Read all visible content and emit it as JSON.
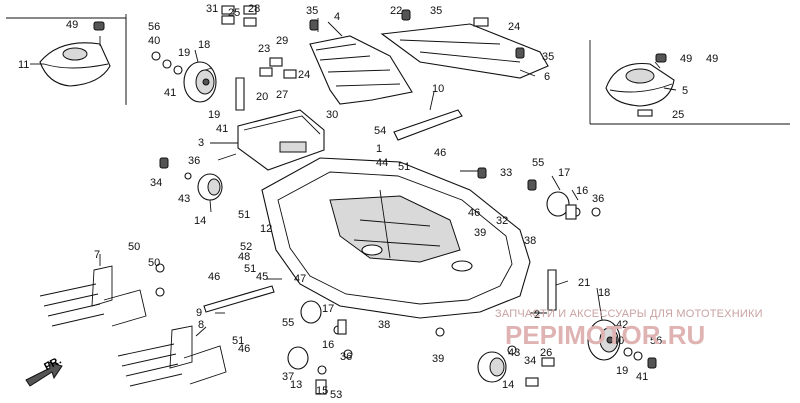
{
  "diagram": {
    "direction_label": "FR.",
    "watermark_text": "ЗАПЧАСТИ И АКСЕССУАРЫ ДЛЯ МОТОТЕХНИКИ",
    "watermark_logo": "PEPIMOTOR.RU",
    "callouts": [
      {
        "id": "c1",
        "label": "49"
      },
      {
        "id": "c2",
        "label": "11"
      },
      {
        "id": "c3",
        "label": "56"
      },
      {
        "id": "c4",
        "label": "40"
      },
      {
        "id": "c5",
        "label": "19"
      },
      {
        "id": "c6",
        "label": "41"
      },
      {
        "id": "c7",
        "label": "18"
      },
      {
        "id": "c8",
        "label": "31"
      },
      {
        "id": "c9",
        "label": "25"
      },
      {
        "id": "c10",
        "label": "28"
      },
      {
        "id": "c11",
        "label": "23"
      },
      {
        "id": "c12",
        "label": "29"
      },
      {
        "id": "c13",
        "label": "24"
      },
      {
        "id": "c14",
        "label": "27"
      },
      {
        "id": "c15",
        "label": "20"
      },
      {
        "id": "c16",
        "label": "19"
      },
      {
        "id": "c17",
        "label": "41"
      },
      {
        "id": "c18",
        "label": "35"
      },
      {
        "id": "c19",
        "label": "4"
      },
      {
        "id": "c20",
        "label": "22"
      },
      {
        "id": "c21",
        "label": "35"
      },
      {
        "id": "c22",
        "label": "24"
      },
      {
        "id": "c23",
        "label": "35"
      },
      {
        "id": "c24",
        "label": "6"
      },
      {
        "id": "c25",
        "label": "49"
      },
      {
        "id": "c26",
        "label": "5"
      },
      {
        "id": "c27",
        "label": "25"
      },
      {
        "id": "c28",
        "label": "10"
      },
      {
        "id": "c29",
        "label": "3"
      },
      {
        "id": "c30",
        "label": "36"
      },
      {
        "id": "c31",
        "label": "54"
      },
      {
        "id": "c32",
        "label": "1"
      },
      {
        "id": "c33",
        "label": "44"
      },
      {
        "id": "c34",
        "label": "46"
      },
      {
        "id": "c35",
        "label": "51"
      },
      {
        "id": "c36",
        "label": "30"
      },
      {
        "id": "c37",
        "label": "34"
      },
      {
        "id": "c38",
        "label": "43"
      },
      {
        "id": "c39",
        "label": "14"
      },
      {
        "id": "c40",
        "label": "33"
      },
      {
        "id": "c41",
        "label": "55"
      },
      {
        "id": "c42",
        "label": "17"
      },
      {
        "id": "c43",
        "label": "16"
      },
      {
        "id": "c44",
        "label": "36"
      },
      {
        "id": "c45",
        "label": "32"
      },
      {
        "id": "c46",
        "label": "39"
      },
      {
        "id": "c47",
        "label": "38"
      },
      {
        "id": "c48",
        "label": "46"
      },
      {
        "id": "c49",
        "label": "51"
      },
      {
        "id": "c50",
        "label": "12"
      },
      {
        "id": "c51",
        "label": "52"
      },
      {
        "id": "c52",
        "label": "48"
      },
      {
        "id": "c53",
        "label": "51"
      },
      {
        "id": "c54",
        "label": "46"
      },
      {
        "id": "c55",
        "label": "45"
      },
      {
        "id": "c56",
        "label": "47"
      },
      {
        "id": "c57",
        "label": "7"
      },
      {
        "id": "c58",
        "label": "50"
      },
      {
        "id": "c59",
        "label": "50"
      },
      {
        "id": "c60",
        "label": "9"
      },
      {
        "id": "c61",
        "label": "55"
      },
      {
        "id": "c62",
        "label": "17"
      },
      {
        "id": "c63",
        "label": "16"
      },
      {
        "id": "c64",
        "label": "36"
      },
      {
        "id": "c65",
        "label": "8"
      },
      {
        "id": "c66",
        "label": "51"
      },
      {
        "id": "c67",
        "label": "46"
      },
      {
        "id": "c68",
        "label": "37"
      },
      {
        "id": "c69",
        "label": "13"
      },
      {
        "id": "c70",
        "label": "15"
      },
      {
        "id": "c71",
        "label": "53"
      },
      {
        "id": "c72",
        "label": "38"
      },
      {
        "id": "c73",
        "label": "39"
      },
      {
        "id": "c74",
        "label": "2"
      },
      {
        "id": "c75",
        "label": "26"
      },
      {
        "id": "c76",
        "label": "43"
      },
      {
        "id": "c77",
        "label": "34"
      },
      {
        "id": "c78",
        "label": "14"
      },
      {
        "id": "c79",
        "label": "21"
      },
      {
        "id": "c80",
        "label": "18"
      },
      {
        "id": "c81",
        "label": "42"
      },
      {
        "id": "c82",
        "label": "40"
      },
      {
        "id": "c83",
        "label": "56"
      },
      {
        "id": "c84",
        "label": "19"
      },
      {
        "id": "c85",
        "label": "41"
      },
      {
        "id": "c86",
        "label": "49"
      }
    ]
  }
}
